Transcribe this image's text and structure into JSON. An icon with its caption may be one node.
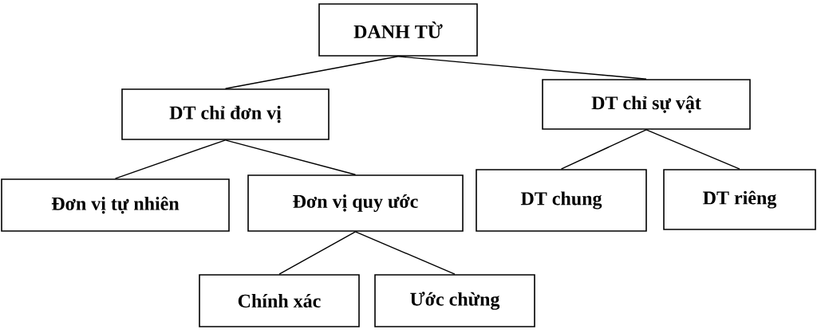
{
  "diagram": {
    "nodes": [
      {
        "text": [
          "DANH TỪ"
        ]
      },
      {
        "text": [
          "DT chỉ đơn vị"
        ]
      },
      {
        "text": [
          "DT chỉ sự vật"
        ]
      },
      {
        "text": [
          "Đơn vị tự nhiên"
        ]
      },
      {
        "text": [
          "Đơn vị quy ước"
        ]
      },
      {
        "text": [
          "DT chung"
        ]
      },
      {
        "text": [
          "DT riêng"
        ]
      },
      {
        "text": [
          "Chính xác"
        ]
      },
      {
        "text": [
          "Ước chừng"
        ]
      }
    ],
    "edges": [
      {
        "from": 0,
        "to": 1,
        "arrow": "none"
      },
      {
        "from": 0,
        "to": 2,
        "arrow": "none"
      },
      {
        "from": 1,
        "to": 3,
        "arrow": "none"
      },
      {
        "from": 1,
        "to": 4,
        "arrow": "none"
      },
      {
        "from": 2,
        "to": 5,
        "arrow": "none"
      },
      {
        "from": 2,
        "to": 6,
        "arrow": "none"
      },
      {
        "from": 4,
        "to": 7,
        "arrow": "none"
      },
      {
        "from": 4,
        "to": 8,
        "arrow": "none"
      }
    ]
  }
}
